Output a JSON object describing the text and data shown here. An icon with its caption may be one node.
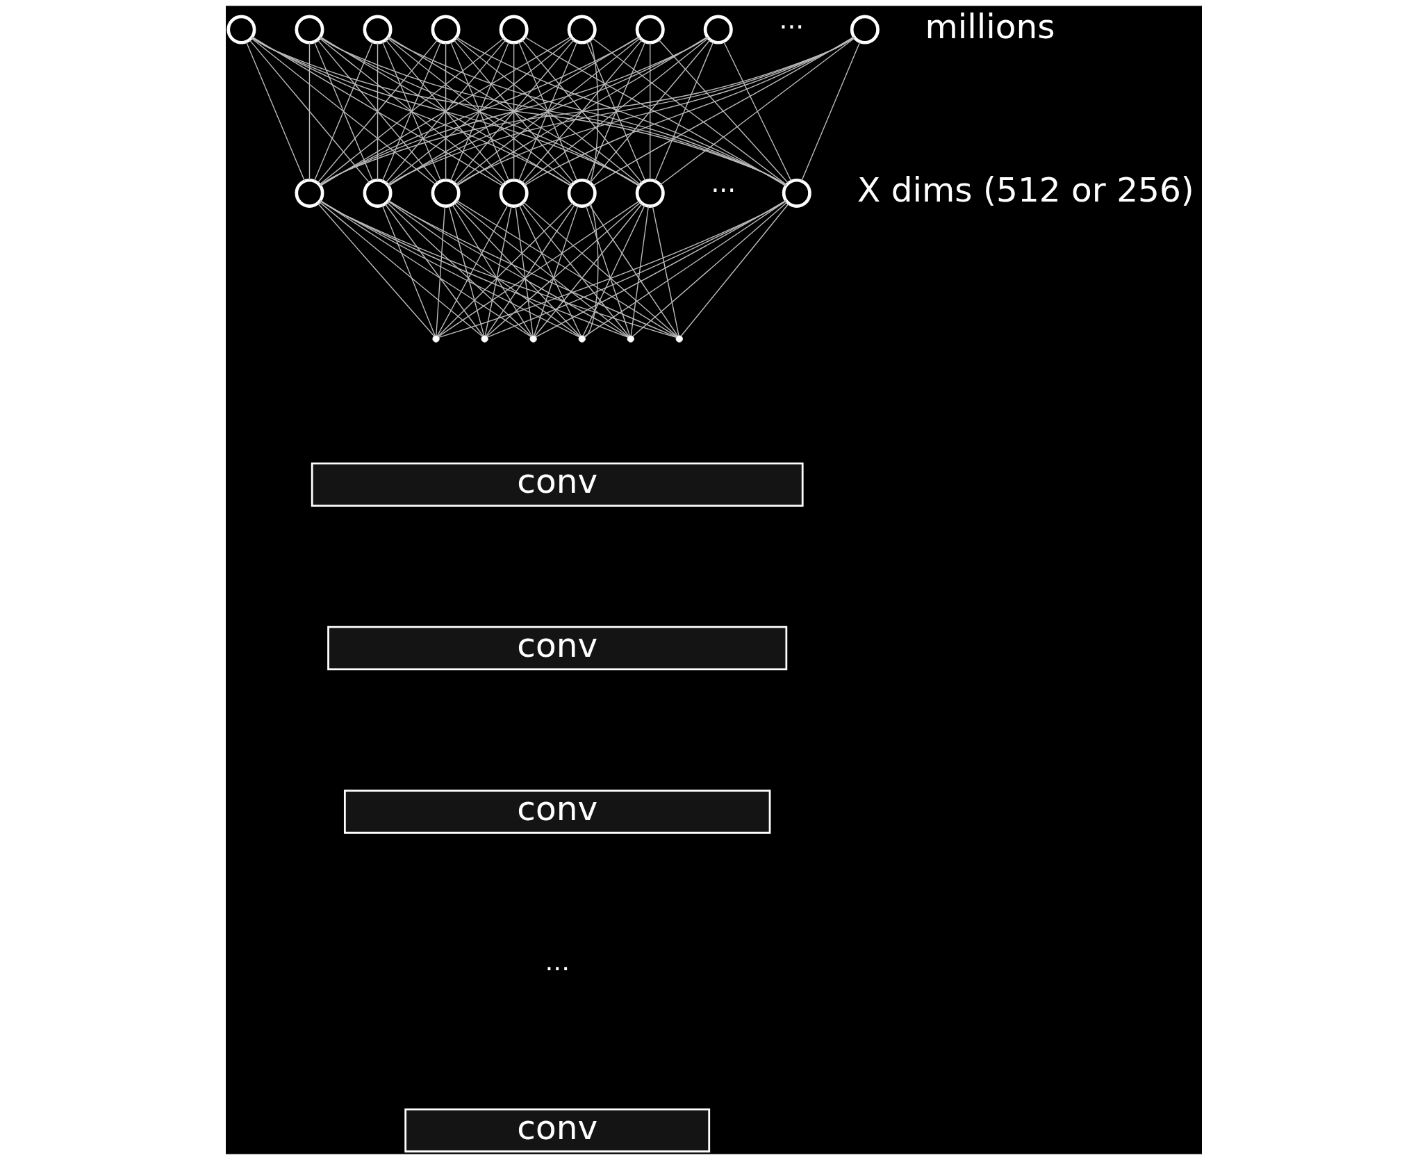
{
  "diagram": {
    "nodes": [
      {
        "text": [],
        "shape": "circle"
      },
      {
        "text": [],
        "shape": "circle"
      },
      {
        "text": [],
        "shape": "circle"
      },
      {
        "text": [],
        "shape": "circle"
      },
      {
        "text": [],
        "shape": "circle"
      },
      {
        "text": [],
        "shape": "circle"
      },
      {
        "text": [],
        "shape": "circle"
      },
      {
        "text": [],
        "shape": "circle"
      },
      {
        "text": [],
        "shape": "circle"
      },
      {
        "text": [],
        "shape": "circle"
      },
      {
        "text": [],
        "shape": "circle"
      },
      {
        "text": [],
        "shape": "circle"
      },
      {
        "text": [],
        "shape": "circle"
      },
      {
        "text": [],
        "shape": "circle"
      },
      {
        "text": [],
        "shape": "circle"
      },
      {
        "text": [],
        "shape": "circle"
      },
      {
        "text": [],
        "shape": "dot"
      },
      {
        "text": [],
        "shape": "dot"
      },
      {
        "text": [],
        "shape": "dot"
      },
      {
        "text": [],
        "shape": "dot"
      },
      {
        "text": [],
        "shape": "dot"
      },
      {
        "text": [],
        "shape": "dot"
      },
      {
        "text": [
          "conv"
        ]
      },
      {
        "text": [
          "conv"
        ]
      },
      {
        "text": [
          "conv"
        ]
      },
      {
        "text": [
          "conv"
        ]
      }
    ],
    "edges": [
      {
        "from": 0,
        "to": 9,
        "arrow": "none"
      },
      {
        "from": 0,
        "to": 10,
        "arrow": "none"
      },
      {
        "from": 0,
        "to": 11,
        "arrow": "none"
      },
      {
        "from": 0,
        "to": 12,
        "arrow": "none"
      },
      {
        "from": 0,
        "to": 13,
        "arrow": "none"
      },
      {
        "from": 0,
        "to": 14,
        "arrow": "none"
      },
      {
        "from": 0,
        "to": 15,
        "arrow": "none"
      },
      {
        "from": 1,
        "to": 9,
        "arrow": "none"
      },
      {
        "from": 1,
        "to": 10,
        "arrow": "none"
      },
      {
        "from": 1,
        "to": 11,
        "arrow": "none"
      },
      {
        "from": 1,
        "to": 12,
        "arrow": "none"
      },
      {
        "from": 1,
        "to": 13,
        "arrow": "none"
      },
      {
        "from": 1,
        "to": 14,
        "arrow": "none"
      },
      {
        "from": 1,
        "to": 15,
        "arrow": "none"
      },
      {
        "from": 2,
        "to": 9,
        "arrow": "none"
      },
      {
        "from": 2,
        "to": 10,
        "arrow": "none"
      },
      {
        "from": 2,
        "to": 11,
        "arrow": "none"
      },
      {
        "from": 2,
        "to": 12,
        "arrow": "none"
      },
      {
        "from": 2,
        "to": 13,
        "arrow": "none"
      },
      {
        "from": 2,
        "to": 14,
        "arrow": "none"
      },
      {
        "from": 2,
        "to": 15,
        "arrow": "none"
      },
      {
        "from": 3,
        "to": 9,
        "arrow": "none"
      },
      {
        "from": 3,
        "to": 10,
        "arrow": "none"
      },
      {
        "from": 3,
        "to": 11,
        "arrow": "none"
      },
      {
        "from": 3,
        "to": 12,
        "arrow": "none"
      },
      {
        "from": 3,
        "to": 13,
        "arrow": "none"
      },
      {
        "from": 3,
        "to": 14,
        "arrow": "none"
      },
      {
        "from": 3,
        "to": 15,
        "arrow": "none"
      },
      {
        "from": 4,
        "to": 9,
        "arrow": "none"
      },
      {
        "from": 4,
        "to": 10,
        "arrow": "none"
      },
      {
        "from": 4,
        "to": 11,
        "arrow": "none"
      },
      {
        "from": 4,
        "to": 12,
        "arrow": "none"
      },
      {
        "from": 4,
        "to": 13,
        "arrow": "none"
      },
      {
        "from": 4,
        "to": 14,
        "arrow": "none"
      },
      {
        "from": 4,
        "to": 15,
        "arrow": "none"
      },
      {
        "from": 5,
        "to": 9,
        "arrow": "none"
      },
      {
        "from": 5,
        "to": 10,
        "arrow": "none"
      },
      {
        "from": 5,
        "to": 11,
        "arrow": "none"
      },
      {
        "from": 5,
        "to": 12,
        "arrow": "none"
      },
      {
        "from": 5,
        "to": 13,
        "arrow": "none"
      },
      {
        "from": 5,
        "to": 14,
        "arrow": "none"
      },
      {
        "from": 5,
        "to": 15,
        "arrow": "none"
      },
      {
        "from": 6,
        "to": 9,
        "arrow": "none"
      },
      {
        "from": 6,
        "to": 10,
        "arrow": "none"
      },
      {
        "from": 6,
        "to": 11,
        "arrow": "none"
      },
      {
        "from": 6,
        "to": 12,
        "arrow": "none"
      },
      {
        "from": 6,
        "to": 13,
        "arrow": "none"
      },
      {
        "from": 6,
        "to": 14,
        "arrow": "none"
      },
      {
        "from": 6,
        "to": 15,
        "arrow": "none"
      },
      {
        "from": 7,
        "to": 9,
        "arrow": "none"
      },
      {
        "from": 7,
        "to": 10,
        "arrow": "none"
      },
      {
        "from": 7,
        "to": 11,
        "arrow": "none"
      },
      {
        "from": 7,
        "to": 12,
        "arrow": "none"
      },
      {
        "from": 7,
        "to": 13,
        "arrow": "none"
      },
      {
        "from": 7,
        "to": 14,
        "arrow": "none"
      },
      {
        "from": 7,
        "to": 15,
        "arrow": "none"
      },
      {
        "from": 8,
        "to": 9,
        "arrow": "none"
      },
      {
        "from": 8,
        "to": 10,
        "arrow": "none"
      },
      {
        "from": 8,
        "to": 11,
        "arrow": "none"
      },
      {
        "from": 8,
        "to": 12,
        "arrow": "none"
      },
      {
        "from": 8,
        "to": 13,
        "arrow": "none"
      },
      {
        "from": 8,
        "to": 14,
        "arrow": "none"
      },
      {
        "from": 8,
        "to": 15,
        "arrow": "none"
      },
      {
        "from": 9,
        "to": 16,
        "arrow": "none"
      },
      {
        "from": 9,
        "to": 17,
        "arrow": "none"
      },
      {
        "from": 9,
        "to": 18,
        "arrow": "none"
      },
      {
        "from": 9,
        "to": 19,
        "arrow": "none"
      },
      {
        "from": 9,
        "to": 20,
        "arrow": "none"
      },
      {
        "from": 9,
        "to": 21,
        "arrow": "none"
      },
      {
        "from": 10,
        "to": 16,
        "arrow": "none"
      },
      {
        "from": 10,
        "to": 17,
        "arrow": "none"
      },
      {
        "from": 10,
        "to": 18,
        "arrow": "none"
      },
      {
        "from": 10,
        "to": 19,
        "arrow": "none"
      },
      {
        "from": 10,
        "to": 20,
        "arrow": "none"
      },
      {
        "from": 10,
        "to": 21,
        "arrow": "none"
      },
      {
        "from": 11,
        "to": 16,
        "arrow": "none"
      },
      {
        "from": 11,
        "to": 17,
        "arrow": "none"
      },
      {
        "from": 11,
        "to": 18,
        "arrow": "none"
      },
      {
        "from": 11,
        "to": 19,
        "arrow": "none"
      },
      {
        "from": 11,
        "to": 20,
        "arrow": "none"
      },
      {
        "from": 11,
        "to": 21,
        "arrow": "none"
      },
      {
        "from": 12,
        "to": 16,
        "arrow": "none"
      },
      {
        "from": 12,
        "to": 17,
        "arrow": "none"
      },
      {
        "from": 12,
        "to": 18,
        "arrow": "none"
      },
      {
        "from": 12,
        "to": 19,
        "arrow": "none"
      },
      {
        "from": 12,
        "to": 20,
        "arrow": "none"
      },
      {
        "from": 12,
        "to": 21,
        "arrow": "none"
      },
      {
        "from": 13,
        "to": 16,
        "arrow": "none"
      },
      {
        "from": 13,
        "to": 17,
        "arrow": "none"
      },
      {
        "from": 13,
        "to": 18,
        "arrow": "none"
      },
      {
        "from": 13,
        "to": 19,
        "arrow": "none"
      },
      {
        "from": 13,
        "to": 20,
        "arrow": "none"
      },
      {
        "from": 13,
        "to": 21,
        "arrow": "none"
      },
      {
        "from": 14,
        "to": 16,
        "arrow": "none"
      },
      {
        "from": 14,
        "to": 17,
        "arrow": "none"
      },
      {
        "from": 14,
        "to": 18,
        "arrow": "none"
      },
      {
        "from": 14,
        "to": 19,
        "arrow": "none"
      },
      {
        "from": 14,
        "to": 20,
        "arrow": "none"
      },
      {
        "from": 14,
        "to": 21,
        "arrow": "none"
      },
      {
        "from": 15,
        "to": 16,
        "arrow": "none"
      },
      {
        "from": 15,
        "to": 17,
        "arrow": "none"
      },
      {
        "from": 15,
        "to": 18,
        "arrow": "none"
      },
      {
        "from": 15,
        "to": 19,
        "arrow": "none"
      },
      {
        "from": 15,
        "to": 20,
        "arrow": "none"
      },
      {
        "from": 15,
        "to": 21,
        "arrow": "none"
      }
    ],
    "labels": [
      "···",
      "millions",
      "···",
      "X dims (512 or 256)",
      "···"
    ]
  }
}
